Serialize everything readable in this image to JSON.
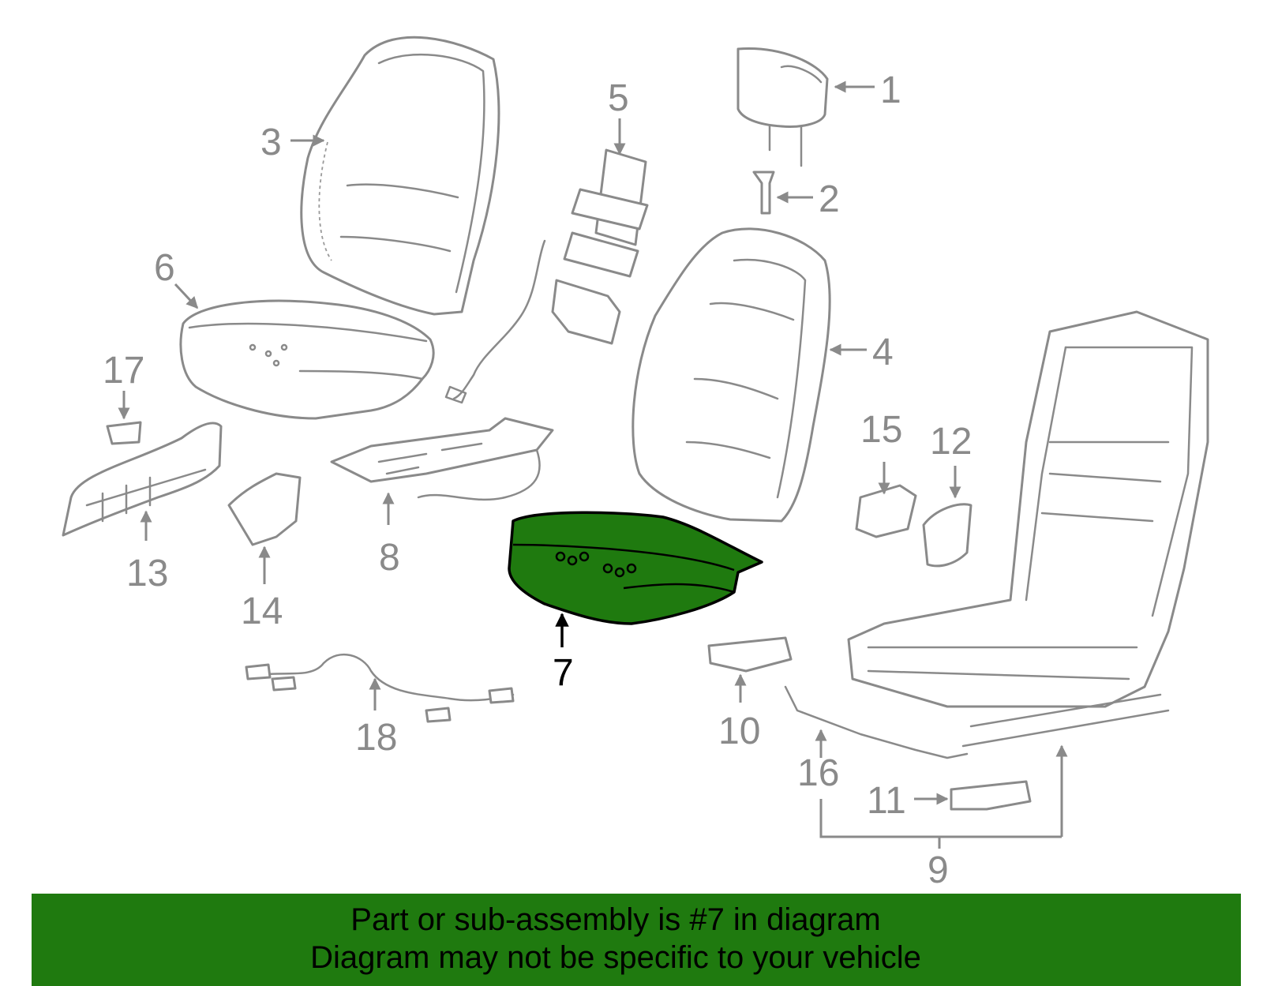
{
  "diagram": {
    "highlight_color": "#1f7a0f",
    "label_color": "#8a8a8a",
    "highlighted_part": "7",
    "callouts": [
      {
        "id": "c1",
        "text": "1"
      },
      {
        "id": "c2",
        "text": "2"
      },
      {
        "id": "c3",
        "text": "3"
      },
      {
        "id": "c4",
        "text": "4"
      },
      {
        "id": "c5",
        "text": "5"
      },
      {
        "id": "c6",
        "text": "6"
      },
      {
        "id": "c7",
        "text": "7"
      },
      {
        "id": "c8",
        "text": "8"
      },
      {
        "id": "c9",
        "text": "9"
      },
      {
        "id": "c10",
        "text": "10"
      },
      {
        "id": "c11",
        "text": "11"
      },
      {
        "id": "c12",
        "text": "12"
      },
      {
        "id": "c13",
        "text": "13"
      },
      {
        "id": "c14",
        "text": "14"
      },
      {
        "id": "c15",
        "text": "15"
      },
      {
        "id": "c16",
        "text": "16"
      },
      {
        "id": "c17",
        "text": "17"
      },
      {
        "id": "c18",
        "text": "18"
      }
    ]
  },
  "banner": {
    "line1": "Part or sub-assembly is #7 in diagram",
    "line2": "Diagram may not be specific to your vehicle"
  }
}
